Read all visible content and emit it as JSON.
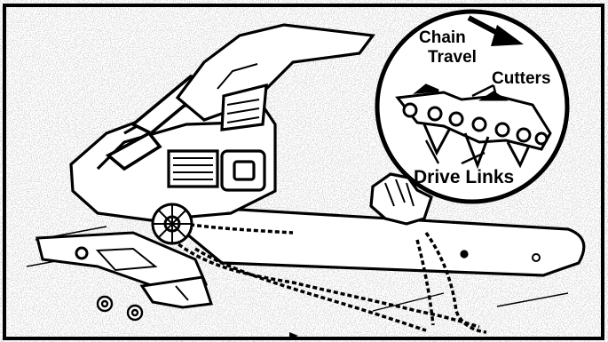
{
  "callout": {
    "chain_travel_line1": "Chain",
    "chain_travel_line2": "Travel",
    "cutters": "Cutters",
    "drive_links": "Drive Links"
  },
  "colors": {
    "ink": "#000000",
    "paper": "#ffffff",
    "speckle": "#8a8a8a"
  },
  "icons": [
    "arrow-right-icon"
  ]
}
